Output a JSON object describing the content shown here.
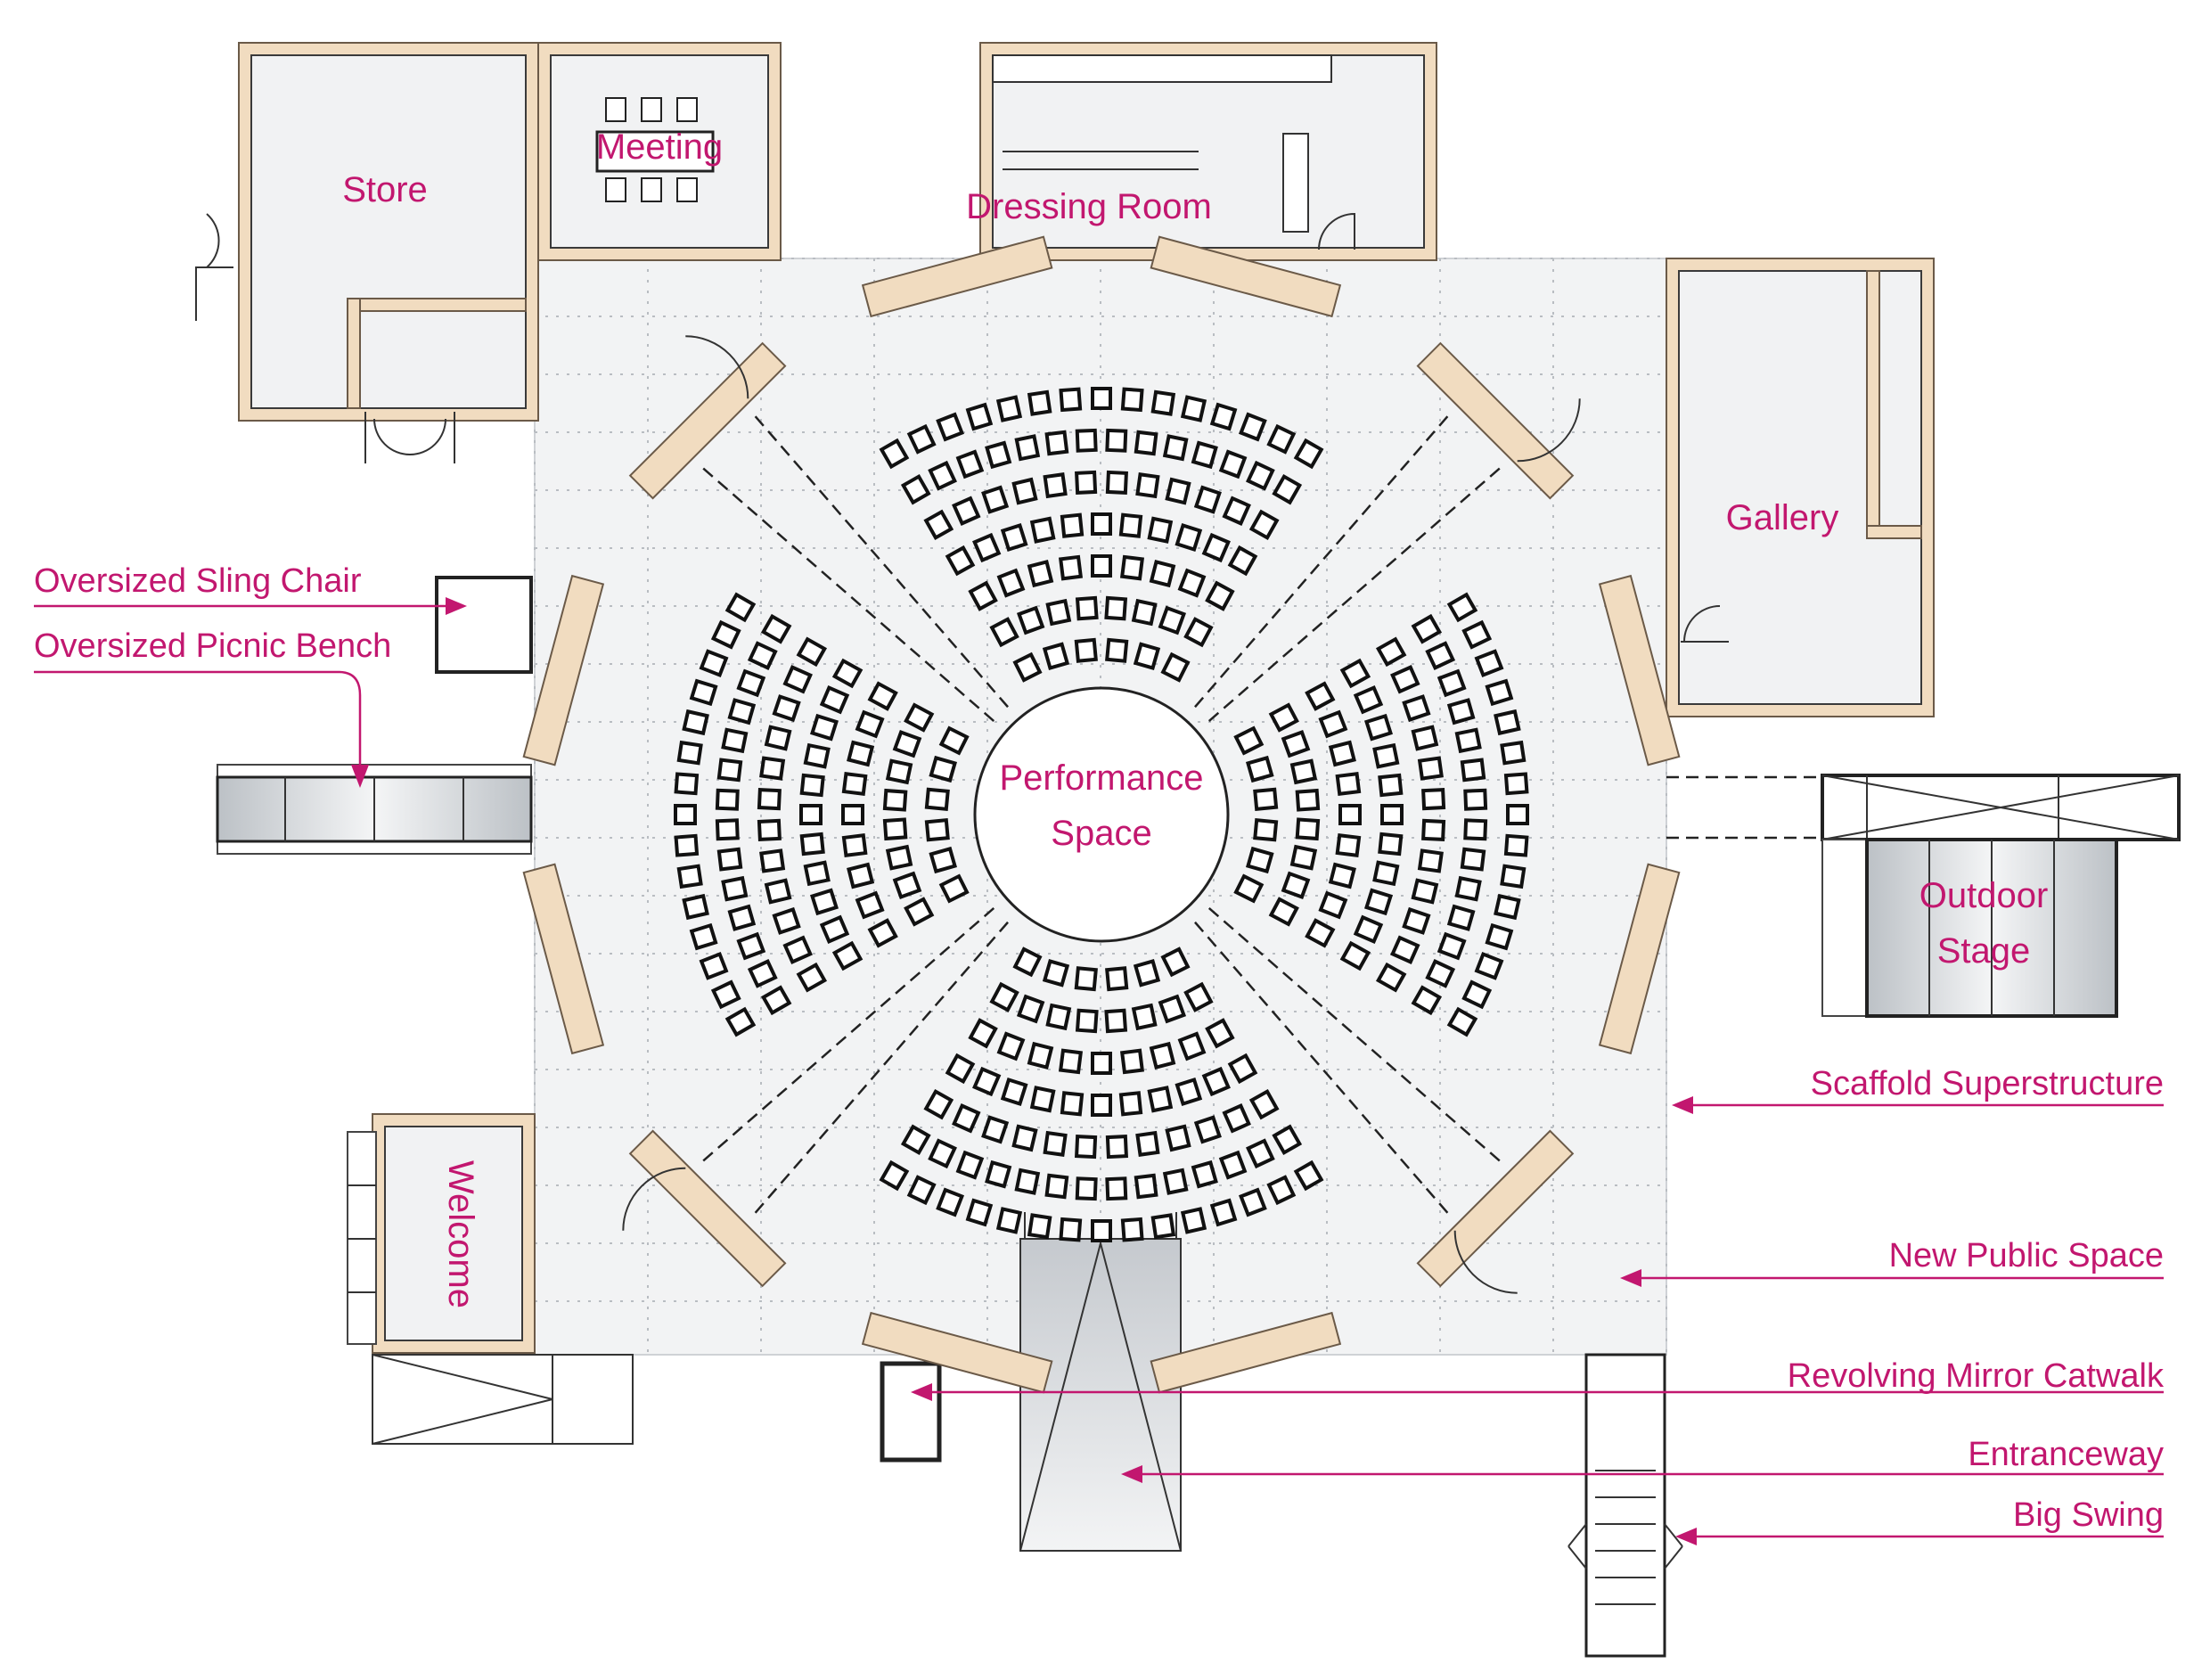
{
  "rooms": {
    "store": "Store",
    "meeting": "Meeting",
    "dressing_room": "Dressing Room",
    "gallery": "Gallery",
    "performance_space_line1": "Performance",
    "performance_space_line2": "Space",
    "outdoor_stage_line1": "Outdoor",
    "outdoor_stage_line2": "Stage",
    "welcome": "Welcome"
  },
  "callouts": {
    "left": [
      {
        "id": "sling-chair",
        "label": "Oversized Sling Chair"
      },
      {
        "id": "picnic-bench",
        "label": "Oversized Picnic Bench"
      }
    ],
    "right": [
      {
        "id": "scaffold",
        "label": "Scaffold Superstructure"
      },
      {
        "id": "public-space",
        "label": "New Public Space"
      },
      {
        "id": "catwalk",
        "label": "Revolving Mirror Catwalk"
      },
      {
        "id": "entranceway",
        "label": "Entranceway"
      },
      {
        "id": "big-swing",
        "label": "Big Swing"
      }
    ]
  },
  "colors": {
    "label": "#c2176f",
    "wall": "#f1dcc0",
    "floor": "#f1f2f3",
    "line": "#333333"
  }
}
